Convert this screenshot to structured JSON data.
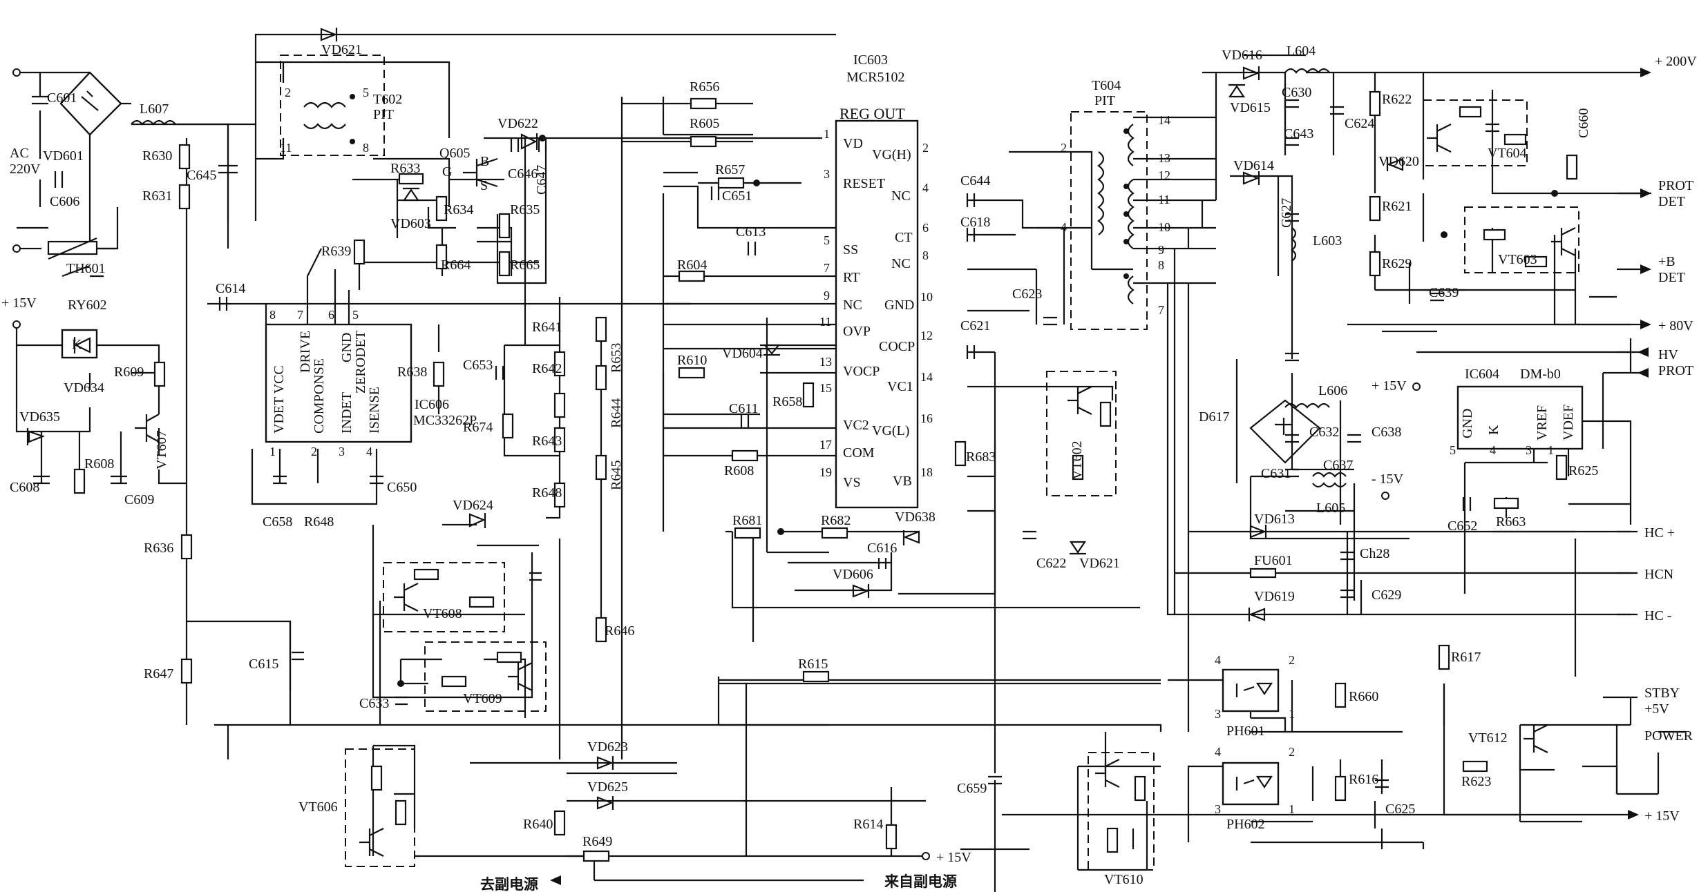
{
  "ic": {
    "ic603": {
      "ref": "IC603",
      "part": "MCR5102",
      "header": "REG OUT",
      "left_pins": [
        {
          "num": "1",
          "name": "VD"
        },
        {
          "num": "3",
          "name": "RESET"
        },
        {
          "num": "5",
          "name": "SS"
        },
        {
          "num": "7",
          "name": "RT"
        },
        {
          "num": "9",
          "name": "NC"
        },
        {
          "num": "11",
          "name": "OVP"
        },
        {
          "num": "13",
          "name": "VOCP"
        },
        {
          "num": "15",
          "name": "VC2"
        },
        {
          "num": "17",
          "name": "COM"
        },
        {
          "num": "19",
          "name": "VS"
        }
      ],
      "right_pins": [
        {
          "num": "2",
          "name": "VG(H)"
        },
        {
          "num": "4",
          "name": "NC"
        },
        {
          "num": "6",
          "name": "CT"
        },
        {
          "num": "8",
          "name": "NC"
        },
        {
          "num": "10",
          "name": "GND"
        },
        {
          "num": "12",
          "name": "COCP"
        },
        {
          "num": "14",
          "name": "VC1"
        },
        {
          "num": "16",
          "name": "VG(L)"
        },
        {
          "num": "18",
          "name": "VB"
        }
      ]
    },
    "ic606": {
      "ref": "IC606",
      "part": "MC33262P",
      "top_pins": [
        {
          "num": "8",
          "name": "VDET VCC"
        },
        {
          "num": "7",
          "name": "DRIVE"
        },
        {
          "num": "6",
          "name": "GND"
        },
        {
          "num": "5",
          "name": "ZERODET"
        }
      ],
      "mid_labels": [
        "COMPONSE",
        "INDET",
        "ISENSE"
      ],
      "bottom_pins": [
        "1",
        "2",
        "3",
        "4"
      ]
    },
    "ic604": {
      "ref": "IC604",
      "part": "DM-b0",
      "pin_names": [
        "GND",
        "K",
        "VREF",
        "VDEF"
      ],
      "pin_nums": [
        "5",
        "4",
        "3",
        "1"
      ]
    }
  },
  "transformers": {
    "t602": {
      "ref": "T602",
      "sub": "PIT",
      "pins": [
        "2",
        "5",
        "11",
        "8"
      ]
    },
    "t604": {
      "ref": "T604",
      "sub": "PIT",
      "pins": [
        "2",
        "4",
        "14",
        "13",
        "12",
        "11",
        "10",
        "9",
        "8",
        "7"
      ]
    }
  },
  "inputs": {
    "ac": "AC\n220V",
    "plus15": "+ 15V",
    "relay": "K"
  },
  "outputs": [
    {
      "id": "o200",
      "label": "+ 200V"
    },
    {
      "id": "oprot",
      "label": "PROT\nDET"
    },
    {
      "id": "ob",
      "label": "+B\nDET"
    },
    {
      "id": "o80",
      "label": "+ 80V"
    },
    {
      "id": "ohv",
      "label": "HV\nPROT"
    },
    {
      "id": "ohcp",
      "label": "HC +"
    },
    {
      "id": "ohcn",
      "label": "HCN"
    },
    {
      "id": "ohcm",
      "label": "HC -"
    },
    {
      "id": "ostby",
      "label": "STBY\n+5V"
    },
    {
      "id": "opower",
      "label": "POWER"
    },
    {
      "id": "o15",
      "label": "+ 15V"
    }
  ],
  "bottom_labels": {
    "to_sub": "去副电源",
    "from_sub": "来自副电源",
    "plus15_bottom": "+ 15V",
    "plus15_d617": "+ 15V",
    "minus15": "- 15V"
  },
  "components": {
    "c601": "C601",
    "vd601": "VD601",
    "c606": "C606",
    "l607": "L607",
    "r630": "R630",
    "r631": "R631",
    "c645": "C645",
    "th601": "TH601",
    "ry602": "RY602",
    "vd621a": "VD621",
    "q605": "Q605",
    "g": "G",
    "b": "B",
    "s": "S",
    "r633": "R633",
    "vd603": "VD603",
    "r634": "R634",
    "vd622": "VD622",
    "c646": "C646",
    "c647": "C647",
    "r635": "R635",
    "r664": "R664",
    "r665": "R665",
    "r639": "R639",
    "c614": "C614",
    "r609": "R609",
    "vd634": "VD634",
    "vd635": "VD635",
    "vt607": "VT607",
    "r608a": "R608",
    "c608": "C608",
    "c609": "C609",
    "r638": "R638",
    "c658": "C658",
    "r648a": "R648",
    "c650": "C650",
    "c653": "C653",
    "r674": "R674",
    "r641": "R641",
    "r642": "R642",
    "r643": "R643",
    "r648b": "R648",
    "r653": "R653",
    "r644": "R644",
    "r645": "R645",
    "r646": "R646",
    "vd624": "VD624",
    "vt608": "VT608",
    "vt609": "VT609",
    "c633": "C633",
    "c615": "C615",
    "r636": "R636",
    "r647": "R647",
    "r656": "R656",
    "r605": "R605",
    "r657": "R657",
    "c651": "C651",
    "c613": "C613",
    "r604": "R604",
    "r610": "R610",
    "vd604": "VD604",
    "r658": "R658",
    "c611": "C611",
    "r608b": "R608",
    "r681": "R681",
    "r682": "R682",
    "vd638": "VD638",
    "c616": "C616",
    "vd606": "VD606",
    "c644": "C644",
    "c618": "C618",
    "c621": "C621",
    "r683": "R683",
    "c623": "C623",
    "vt602": "VT602",
    "c622": "C622",
    "vd621b": "VD621",
    "vd616": "VD616",
    "l604": "L604",
    "vd615": "VD615",
    "c630": "C630",
    "c643": "C643",
    "c624": "C624",
    "vd614": "VD614",
    "c627": "C627",
    "l603": "L603",
    "r622": "R622",
    "vd620": "VD620",
    "r621": "R621",
    "r629": "R629",
    "c639": "C639",
    "vt604": "VT604",
    "vt603": "VT603",
    "c660": "C660",
    "d617": "D617",
    "l606": "L606",
    "c632": "C632",
    "c638": "C638",
    "c631": "C631",
    "c637": "C637",
    "l605": "L605",
    "vd613": "VD613",
    "ch28": "Ch28",
    "fu601": "FU601",
    "vd619": "VD619",
    "c629": "C629",
    "c652": "C652",
    "r663": "R663",
    "r625": "R625",
    "r615": "R615",
    "r617": "R617",
    "ph601": "PH601",
    "r660": "R660",
    "ph602": "PH602",
    "r616": "R616",
    "c625": "C625",
    "vt612": "VT612",
    "r623": "R623",
    "vd623": "VD623",
    "vd625": "VD625",
    "vt606": "VT606",
    "r640": "R640",
    "r649": "R649",
    "r614": "R614",
    "c659": "C659",
    "vt610": "VT610",
    "ph_pin4a": "4",
    "ph_pin2a": "2",
    "ph_pin3a": "3",
    "ph_pin1a": "1",
    "ph_pin4b": "4",
    "ph_pin2b": "2",
    "ph_pin3b": "3",
    "ph_pin1b": "1"
  }
}
